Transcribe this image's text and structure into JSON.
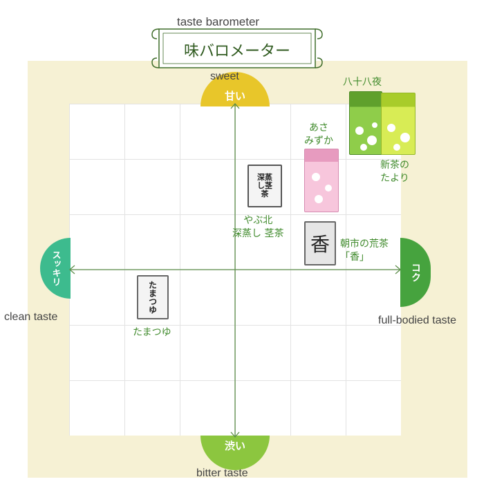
{
  "header": {
    "english_title": "taste barometer",
    "japanese_title": "味バロメーター"
  },
  "axes": {
    "top": {
      "jp": "甘い",
      "en": "sweet",
      "color": "#e8c62a"
    },
    "bottom": {
      "jp": "渋い",
      "en": "bitter taste",
      "color": "#8cc63f"
    },
    "left": {
      "jp": "スッキリ",
      "en": "clean taste",
      "color": "#3dbb8e"
    },
    "right": {
      "jp": "コク",
      "en": "full-bodied taste",
      "color": "#46a33e"
    }
  },
  "products": [
    {
      "id": "hachijuhachiya",
      "label": "八十八夜",
      "package_color": "#78b93a"
    },
    {
      "id": "shincha-no-tayori",
      "label_line1": "新茶の",
      "label_line2": "たより",
      "package_color": "#c9e23a"
    },
    {
      "id": "asamizuka",
      "label_line1": "あさ",
      "label_line2": "みずか",
      "package_color": "#f2a9c9"
    },
    {
      "id": "yabukita",
      "label_line1": "やぶ北",
      "label_line2": "深蒸し 茎茶",
      "package_text": "深蒸し茎茶",
      "package_color": "#f2f2f2"
    },
    {
      "id": "asaichi-no-aracha",
      "label_line1": "朝市の荒茶",
      "label_line2": "「香」",
      "package_text": "香",
      "package_color": "#e8e8e8"
    },
    {
      "id": "tamatsuyu",
      "label": "たまつゆ",
      "package_text": "たまつゆ",
      "package_color": "#f4f4f4"
    }
  ]
}
